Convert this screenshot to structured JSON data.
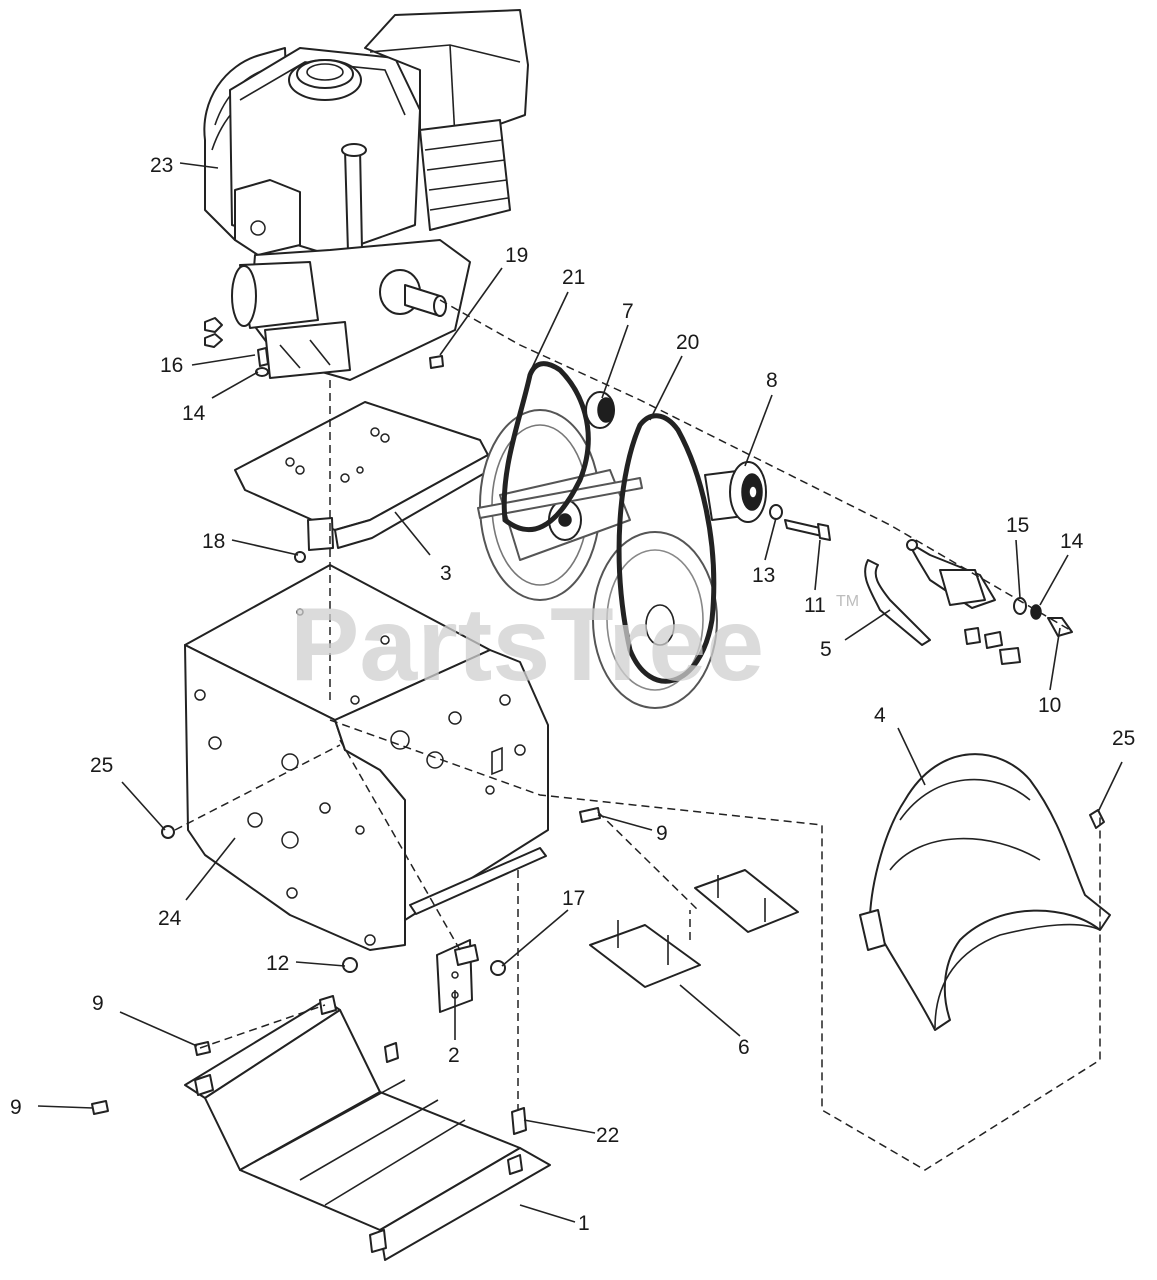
{
  "watermark": {
    "text": "PartsTree",
    "trademark": "TM"
  },
  "callouts": [
    {
      "id": "c1",
      "label": "1"
    },
    {
      "id": "c2",
      "label": "2"
    },
    {
      "id": "c3",
      "label": "3"
    },
    {
      "id": "c4",
      "label": "4"
    },
    {
      "id": "c5",
      "label": "5"
    },
    {
      "id": "c6",
      "label": "6"
    },
    {
      "id": "c7",
      "label": "7"
    },
    {
      "id": "c8",
      "label": "8"
    },
    {
      "id": "c9a",
      "label": "9"
    },
    {
      "id": "c9b",
      "label": "9"
    },
    {
      "id": "c9c",
      "label": "9"
    },
    {
      "id": "c10",
      "label": "10"
    },
    {
      "id": "c11",
      "label": "11"
    },
    {
      "id": "c12",
      "label": "12"
    },
    {
      "id": "c13",
      "label": "13"
    },
    {
      "id": "c14a",
      "label": "14"
    },
    {
      "id": "c14b",
      "label": "14"
    },
    {
      "id": "c15",
      "label": "15"
    },
    {
      "id": "c16",
      "label": "16"
    },
    {
      "id": "c17",
      "label": "17"
    },
    {
      "id": "c18",
      "label": "18"
    },
    {
      "id": "c19",
      "label": "19"
    },
    {
      "id": "c20",
      "label": "20"
    },
    {
      "id": "c21",
      "label": "21"
    },
    {
      "id": "c22",
      "label": "22"
    },
    {
      "id": "c23",
      "label": "23"
    },
    {
      "id": "c24",
      "label": "24"
    },
    {
      "id": "c25a",
      "label": "25"
    },
    {
      "id": "c25b",
      "label": "25"
    }
  ]
}
